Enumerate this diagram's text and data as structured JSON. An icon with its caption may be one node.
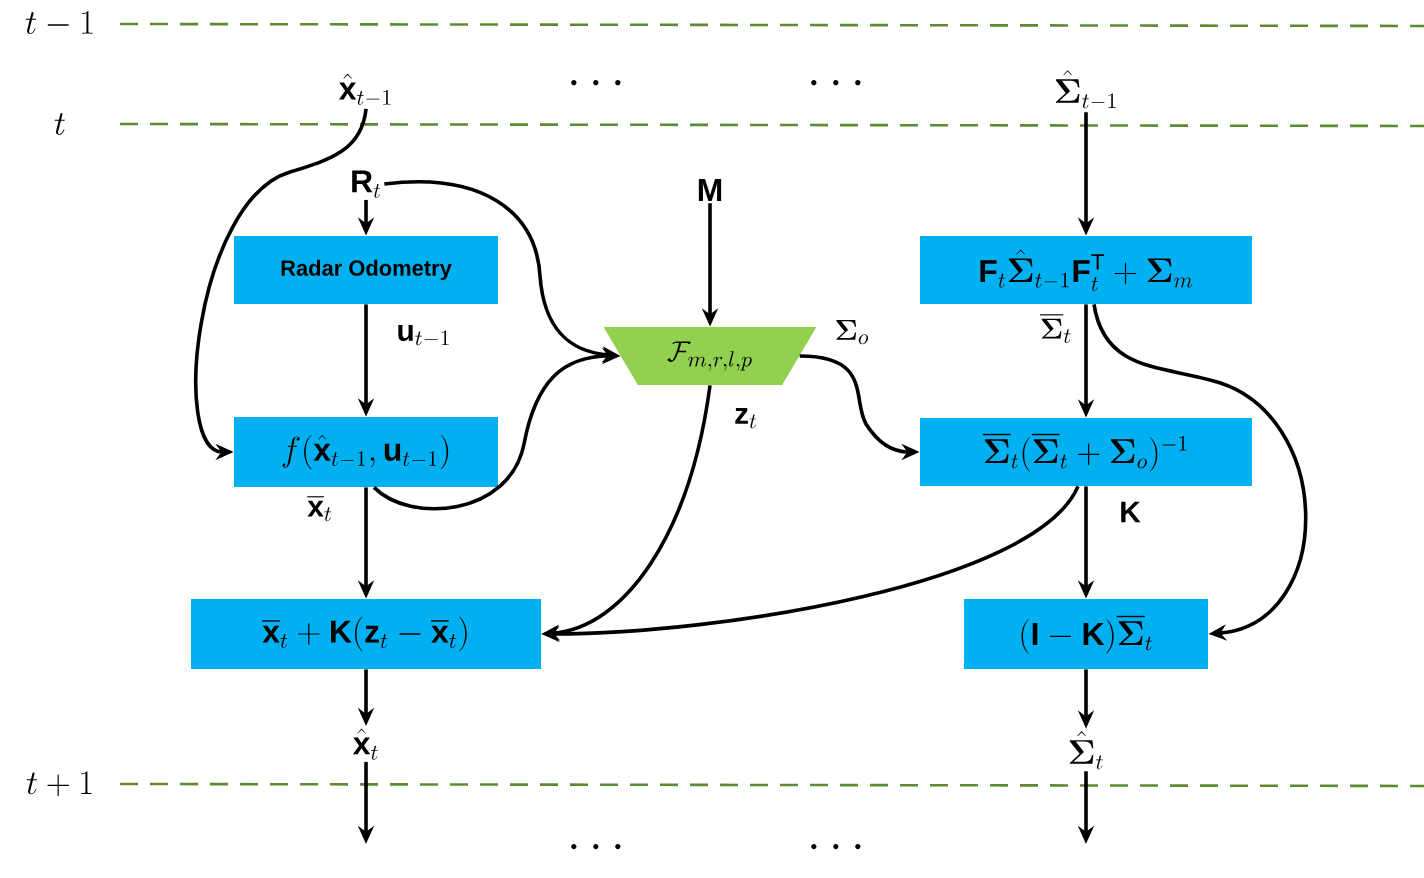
{
  "diagram": {
    "nodes": [
      {
        "text": [
          "\\hat{\\mathbf{x}}_{t-1}"
        ]
      },
      {
        "text": [
          "\\hat{\\boldsymbol{\\Sigma}}_{t-1}"
        ]
      },
      {
        "text": [
          "\\mathbf{R}_t"
        ]
      },
      {
        "text": [
          "Radar Odometry"
        ]
      },
      {
        "text": [
          "f(\\hat{\\mathbf{x}}_{t-1},\\mathbf{u}_{t-1})"
        ]
      },
      {
        "text": [
          "\\mathbf{M}"
        ]
      },
      {
        "text": [
          "\\mathcal{F}_{m,r,l,p}"
        ]
      },
      {
        "text": [
          "\\overline{\\mathbf{x}}_t+\\mathbf{K}(\\mathbf{z}_t-\\overline{\\mathbf{x}}_t)"
        ]
      },
      {
        "text": [
          "\\mathbf{F}_t\\hat{\\boldsymbol{\\Sigma}}_{t-1}\\mathbf{F}_t^{\\mathrm{T}}+\\boldsymbol{\\Sigma}_m"
        ]
      },
      {
        "text": [
          "\\overline{\\boldsymbol{\\Sigma}}_t(\\overline{\\boldsymbol{\\Sigma}}_t+\\boldsymbol{\\Sigma}_o)^{-1}"
        ]
      },
      {
        "text": [
          "(\\mathbf{I}-\\mathbf{K})\\overline{\\boldsymbol{\\Sigma}}_t"
        ]
      },
      {
        "text": [
          "\\hat{\\mathbf{x}}_t"
        ]
      },
      {
        "text": [
          "\\hat{\\boldsymbol{\\Sigma}}_t"
        ]
      }
    ],
    "edges": [
      {
        "from": 0,
        "to": 4,
        "arrow": "to"
      },
      {
        "from": 2,
        "to": 3,
        "arrow": "to"
      },
      {
        "from": 2,
        "to": 6,
        "arrow": "to"
      },
      {
        "from": 3,
        "to": 4,
        "arrow": "to",
        "label": "\\mathbf{u}_{t-1}"
      },
      {
        "from": 4,
        "to": 6,
        "arrow": "to"
      },
      {
        "from": 4,
        "to": 7,
        "arrow": "to",
        "label": "\\overline{\\mathbf{x}}_t"
      },
      {
        "from": 5,
        "to": 6,
        "arrow": "to"
      },
      {
        "from": 6,
        "to": 7,
        "arrow": "to",
        "label": "\\mathbf{z}_t"
      },
      {
        "from": 6,
        "to": 9,
        "arrow": "to",
        "label": "\\boldsymbol{\\Sigma}_o"
      },
      {
        "from": 1,
        "to": 8,
        "arrow": "to"
      },
      {
        "from": 8,
        "to": 9,
        "arrow": "to",
        "label": "\\overline{\\boldsymbol{\\Sigma}}_t"
      },
      {
        "from": 8,
        "to": 10,
        "arrow": "to"
      },
      {
        "from": 9,
        "to": 7,
        "arrow": "to"
      },
      {
        "from": 9,
        "to": 10,
        "arrow": "to",
        "label": "\\mathbf{K}"
      },
      {
        "from": 7,
        "to": 11,
        "arrow": "to"
      },
      {
        "from": 10,
        "to": 12,
        "arrow": "to"
      },
      {
        "from": 11,
        "to": null,
        "arrow": "to"
      },
      {
        "from": 12,
        "to": null,
        "arrow": "to"
      }
    ],
    "labels": [
      "t-1",
      "\\cdots",
      "\\cdots",
      "t",
      "t+1",
      "\\cdots",
      "\\cdots"
    ]
  }
}
